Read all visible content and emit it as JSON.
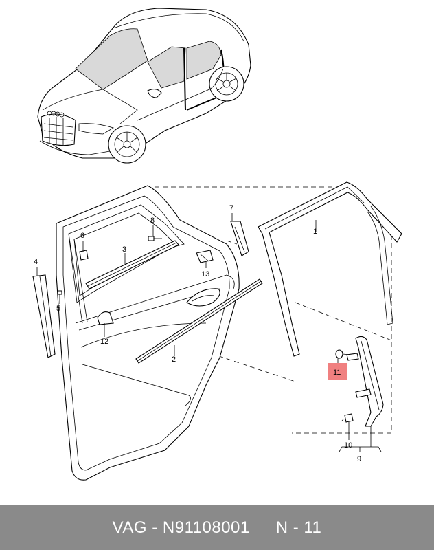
{
  "callouts": {
    "c1": "1",
    "c2": "2",
    "c3": "3",
    "c4": "4",
    "c5": "5",
    "c6": "6",
    "c7": "7",
    "c8": "8",
    "c9": "9",
    "c10": "10",
    "c11": "11",
    "c12": "12",
    "c13": "13"
  },
  "highlighted_part": "11",
  "highlight_color": "#f08080",
  "footer": {
    "brand": "VAG",
    "sep": "-",
    "part_number": "N91108001",
    "ref": "N - 11"
  },
  "footer_color": "#8a8a8a"
}
